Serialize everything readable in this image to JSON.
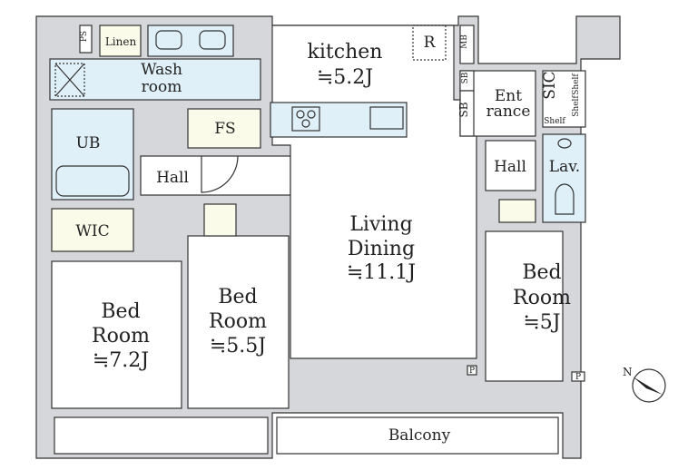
{
  "rooms": {
    "kitchen": {
      "name": "kitchen",
      "size": "≒5.2J"
    },
    "living": {
      "name1": "Living",
      "name2": "Dining",
      "size": "≒11.1J"
    },
    "bed1": {
      "name1": "Bed",
      "name2": "Room",
      "size": "≒7.2J"
    },
    "bed2": {
      "name1": "Bed",
      "name2": "Room",
      "size": "≒5.5J"
    },
    "bed3": {
      "name1": "Bed",
      "name2": "Room",
      "size": "≒5J"
    },
    "wash": {
      "name1": "Wash",
      "name2": "room"
    },
    "linen": "Linen",
    "ub": "UB",
    "fs": "FS",
    "hall_left": "Hall",
    "hall_right": "Hall",
    "wic": "WIC",
    "lav": "Lav.",
    "entrance": {
      "name1": "Ent",
      "name2": "rance"
    },
    "sic": "SIC",
    "shelf": "Shelf",
    "balcony": "Balcony"
  },
  "marks": {
    "ps": "PS",
    "mb": "MB",
    "sb": "SB",
    "r": "R",
    "p": "P",
    "north": "N"
  }
}
